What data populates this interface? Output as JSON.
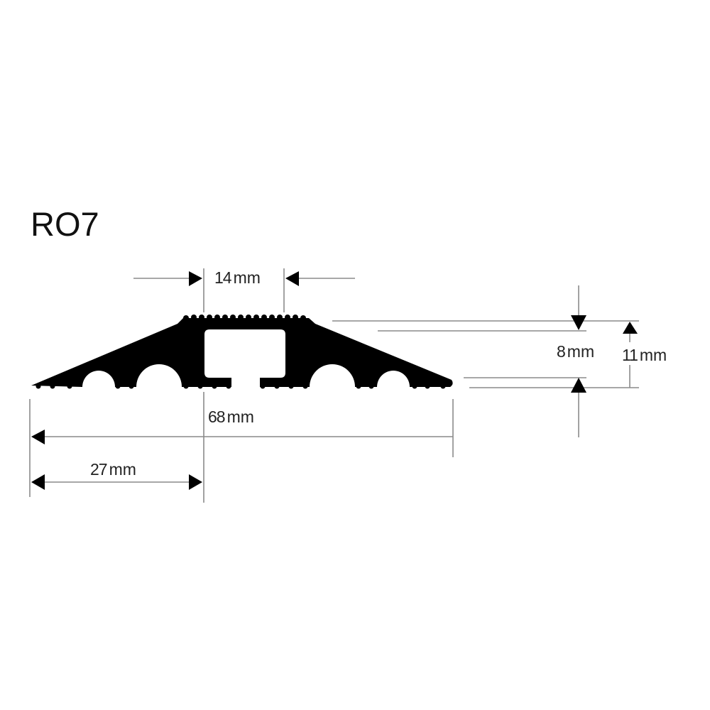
{
  "title": "RO7",
  "profile": {
    "description": "Cross-section of cable protector / ramp profile RO7 with central channel and underside arches",
    "fill_color": "#000000",
    "dimension_line_color": "#8a8a8a",
    "arrow_color": "#000000"
  },
  "dimensions": {
    "channel_width": {
      "value": "14",
      "unit": "mm"
    },
    "channel_height": {
      "value": "8",
      "unit": "mm"
    },
    "overall_height": {
      "value": "11",
      "unit": "mm"
    },
    "overall_width": {
      "value": "68",
      "unit": "mm"
    },
    "edge_to_channel": {
      "value": "27",
      "unit": "mm"
    }
  }
}
